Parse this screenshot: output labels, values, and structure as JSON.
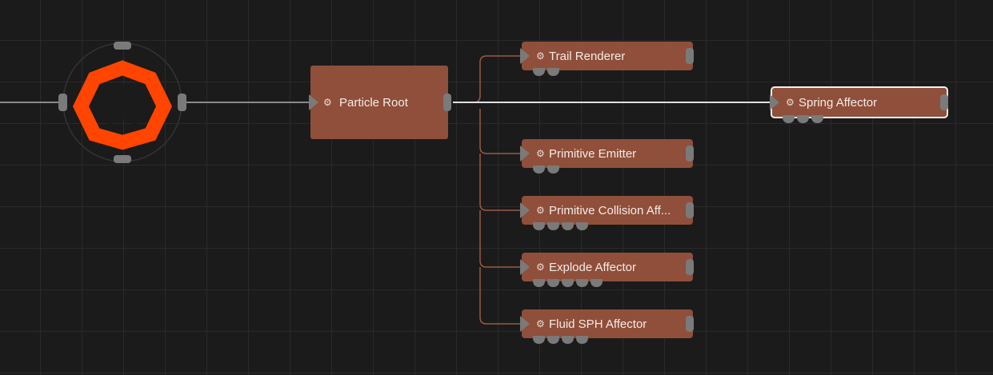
{
  "graph": {
    "source_node": {
      "icon": "houdini-logo-icon",
      "color": "#ff4500"
    },
    "root_node": {
      "label": "Particle Root"
    },
    "child_nodes": [
      {
        "id": "trail",
        "label": "Trail Renderer",
        "slots": 2
      },
      {
        "id": "emitter",
        "label": "Primitive Emitter",
        "slots": 2
      },
      {
        "id": "collision",
        "label": "Primitive Collision Aff...",
        "slots": 4
      },
      {
        "id": "explode",
        "label": "Explode Affector",
        "slots": 5
      },
      {
        "id": "fluid",
        "label": "Fluid SPH Affector",
        "slots": 4
      }
    ],
    "selected_node": {
      "label": "Spring Affector",
      "slots": 3
    }
  },
  "colors": {
    "background": "#1b1b1b",
    "node_fill": "#8f4f3a",
    "wire_child": "#9a5a44",
    "wire_main": "#d8d8d8",
    "port": "#7a7a7a",
    "logo": "#ff4500"
  }
}
